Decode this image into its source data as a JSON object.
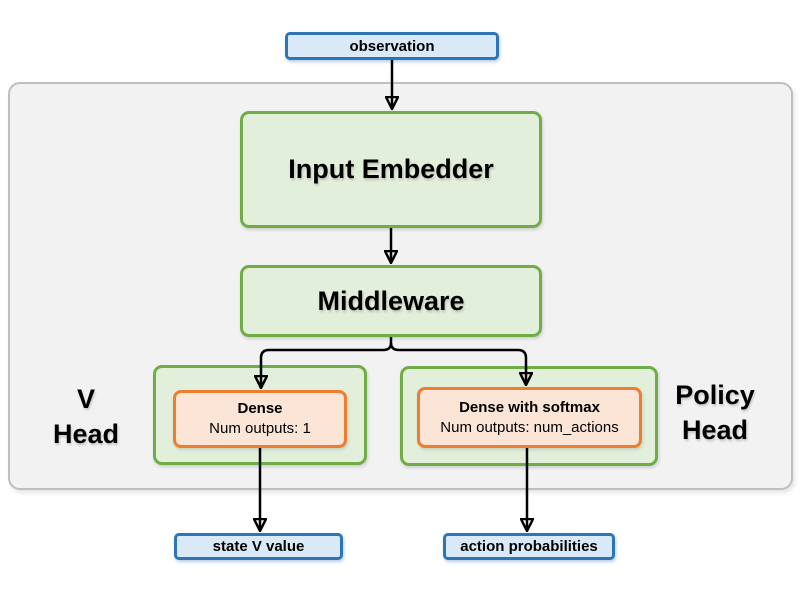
{
  "nodes": {
    "observation": {
      "label": "observation"
    },
    "input_embedder": {
      "label": "Input Embedder"
    },
    "middleware": {
      "label": "Middleware"
    },
    "v_head": {
      "group_label_line1": "V",
      "group_label_line2": "Head",
      "dense": {
        "title": "Dense",
        "subtitle": "Num outputs: 1"
      },
      "output": {
        "label": "state V value"
      }
    },
    "policy_head": {
      "group_label_line1": "Policy",
      "group_label_line2": "Head",
      "dense": {
        "title": "Dense with softmax",
        "subtitle": "Num outputs: num_actions"
      },
      "output": {
        "label": "action probabilities"
      }
    }
  },
  "colors": {
    "canvas_bg": "#ffffff",
    "container_fill": "#f2f2f2",
    "container_border": "#bfbfbf",
    "green_fill": "#e2efda",
    "green_border": "#70ad47",
    "orange_fill": "#fbe5d6",
    "orange_border": "#ed7d31",
    "blue_fill": "#dae9f8",
    "blue_border": "#2e75b6",
    "arrow": "#000000",
    "text": "#000000"
  }
}
